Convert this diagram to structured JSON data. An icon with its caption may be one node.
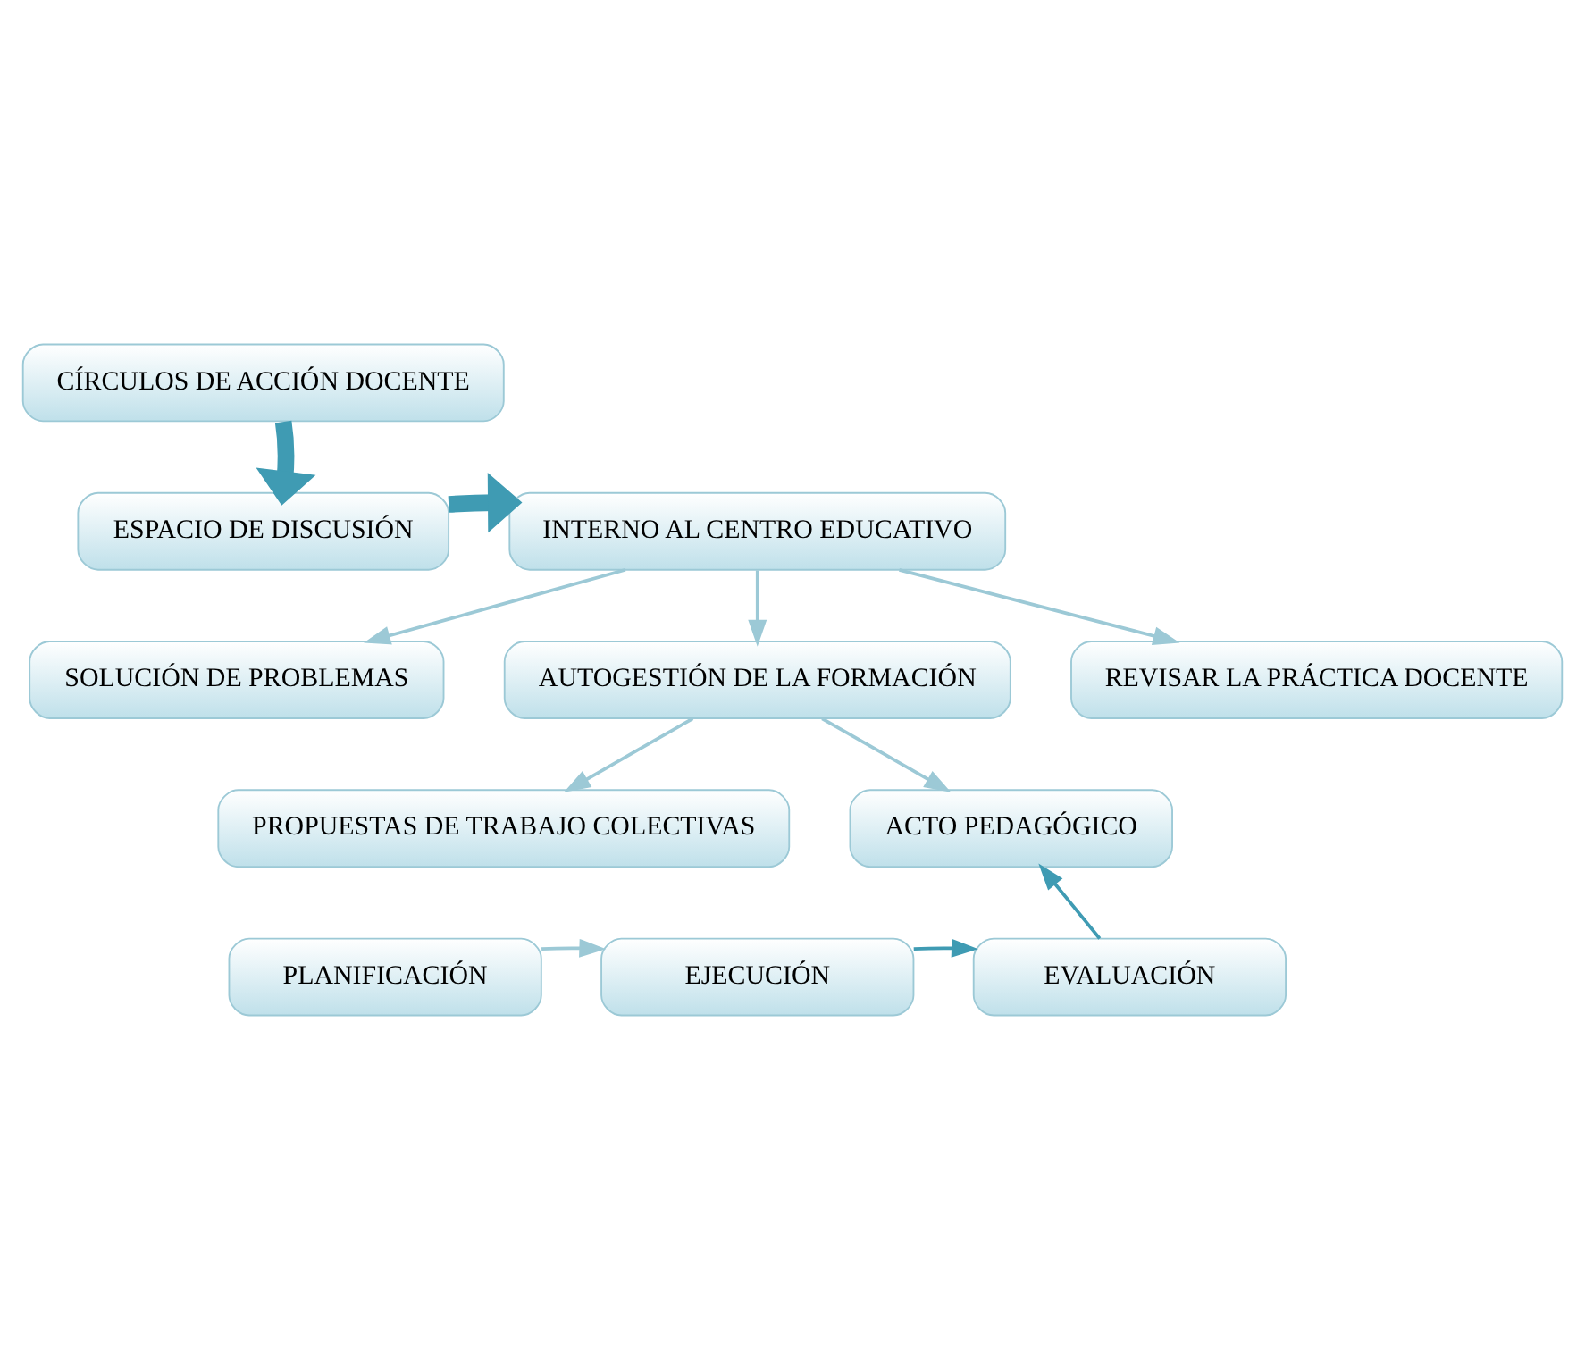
{
  "diagram": {
    "nodes": [
      {
        "text": [
          "CÍRCULOS DE ACCIÓN DOCENTE"
        ]
      },
      {
        "text": [
          "ESPACIO DE DISCUSIÓN"
        ]
      },
      {
        "text": [
          "INTERNO AL CENTRO EDUCATIVO"
        ]
      },
      {
        "text": [
          "SOLUCIÓN DE PROBLEMAS"
        ]
      },
      {
        "text": [
          "AUTOGESTIÓN DE LA FORMACIÓN"
        ]
      },
      {
        "text": [
          "REVISAR LA PRÁCTICA DOCENTE"
        ]
      },
      {
        "text": [
          "PROPUESTAS DE TRABAJO COLECTIVAS"
        ]
      },
      {
        "text": [
          "ACTO PEDAGÓGICO"
        ]
      },
      {
        "text": [
          "PLANIFICACIÓN"
        ]
      },
      {
        "text": [
          "EJECUCIÓN"
        ]
      },
      {
        "text": [
          "EVALUACIÓN"
        ]
      }
    ],
    "edges": [
      {
        "from": 0,
        "to": 1,
        "arrow": "to",
        "style": "thick",
        "color": "#3f9bb3"
      },
      {
        "from": 1,
        "to": 2,
        "arrow": "to",
        "style": "thick",
        "color": "#3f9bb3"
      },
      {
        "from": 2,
        "to": 3,
        "arrow": "to"
      },
      {
        "from": 2,
        "to": 4,
        "arrow": "to"
      },
      {
        "from": 2,
        "to": 5,
        "arrow": "to"
      },
      {
        "from": 4,
        "to": 6,
        "arrow": "to"
      },
      {
        "from": 4,
        "to": 7,
        "arrow": "to"
      },
      {
        "from": 8,
        "to": 9,
        "arrow": "to"
      },
      {
        "from": 9,
        "to": 10,
        "arrow": "to",
        "color": "#3f9bb3"
      },
      {
        "from": 10,
        "to": 7,
        "arrow": "to",
        "color": "#3f9bb3"
      }
    ]
  }
}
